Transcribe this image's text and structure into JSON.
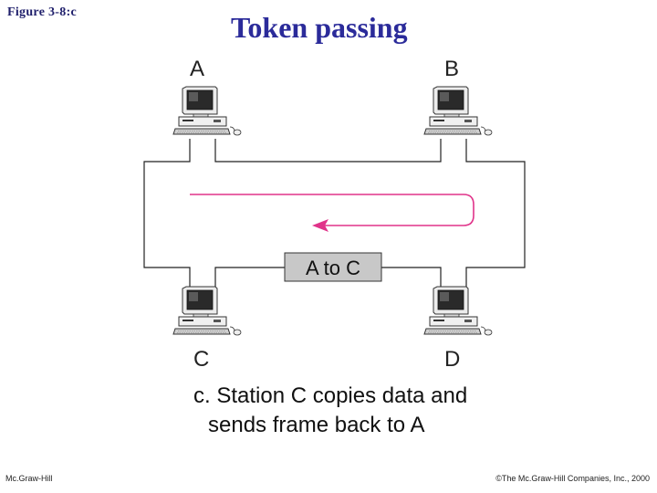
{
  "figure_label": "Figure 3-8:c",
  "title": "Token passing",
  "stations": {
    "a": "A",
    "b": "B",
    "c": "C",
    "d": "D"
  },
  "frame_label": "A to C",
  "caption_line1": "c. Station C copies data and",
  "caption_line2": "sends frame back to A",
  "footer_left": "Mc.Graw-Hill",
  "footer_right": "©The Mc.Graw-Hill Companies, Inc., 2000",
  "colors": {
    "title": "#2b2b9a",
    "arrow": "#e0338a",
    "frame_fill": "#c8c8c8"
  }
}
